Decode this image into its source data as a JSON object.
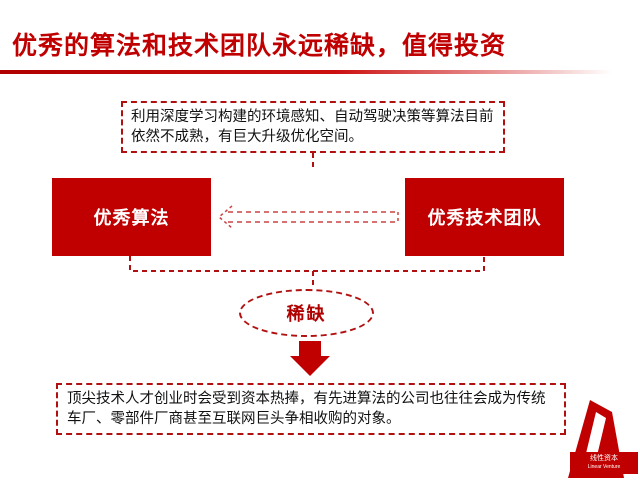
{
  "title": "优秀的算法和技术团队永远稀缺，值得投资",
  "top_note": "利用深度学习构建的环境感知、自动驾驶决策等算法目前依然不成熟，有巨大升级优化空间。",
  "left_box": "优秀算法",
  "right_box": "优秀技术团队",
  "center_label": "稀缺",
  "bottom_note": "顶尖技术人才创业时会受到资本热捧，有先进算法的公司也往往会成为传统车厂、零部件厂商甚至互联网巨头争相收购的对象。",
  "logo": {
    "name": "线性资本",
    "name_en": "Linear Venture"
  },
  "colors": {
    "accent": "#c00000"
  }
}
